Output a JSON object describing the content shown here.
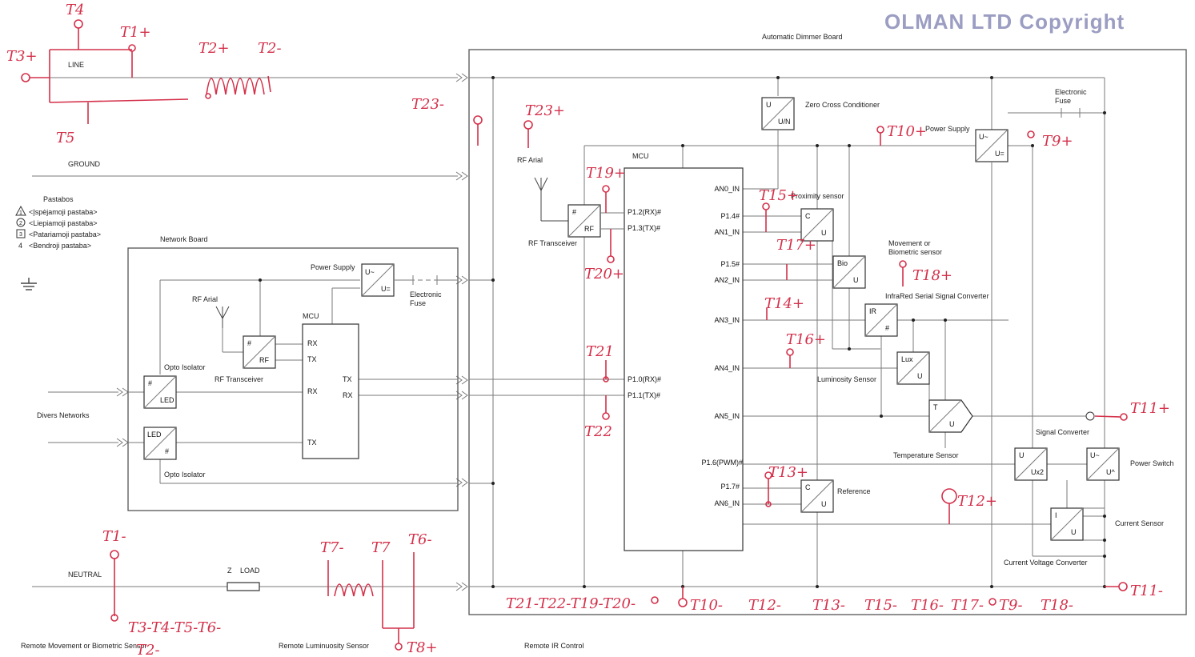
{
  "watermark": "OLMAN LTD Copyright",
  "inputs": {
    "line": "LINE",
    "ground": "GROUND",
    "neutral": "NEUTRAL",
    "divers_networks": "Divers Networks",
    "load_z": "Z",
    "load": "LOAD"
  },
  "legend": {
    "title": "Pastabos",
    "items": [
      {
        "mark": "1",
        "text": "<Įspėjamoji pastaba>"
      },
      {
        "mark": "2",
        "text": "<Liepiamoji pastaba>"
      },
      {
        "mark": "3",
        "text": "<Patariamoji pastaba>"
      },
      {
        "mark": "4",
        "text": "<Bendroji pastaba>"
      }
    ]
  },
  "network_board": {
    "title": "Network Board",
    "power_supply": "Power Supply",
    "ps_in": "U~",
    "ps_out": "U=",
    "fuse": [
      "Electronic",
      "Fuse"
    ],
    "rf_arial": "RF Arial",
    "rf_transceiver": "RF Transceiver",
    "rf_in": "#",
    "rf_out": "RF",
    "mcu": "MCU",
    "mcu_pins": [
      "RX",
      "TX",
      "TX",
      "RX",
      "RX",
      "TX"
    ],
    "opto_top": "Opto Isolator",
    "opto_bottom": "Opto Isolator",
    "opto1_in": "#",
    "opto1_out": "LED",
    "opto2_in": "LED",
    "opto2_out": "#"
  },
  "dimmer_board": {
    "title": "Automatic Dimmer Board",
    "zero_cross": "Zero Cross Conditioner",
    "zc_in": "U",
    "zc_out": "U/N",
    "power_supply": "Power Supply",
    "ps_in": "U~",
    "ps_out": "U=",
    "fuse": [
      "Electronic",
      "Fuse"
    ],
    "rf_arial": "RF Arial",
    "rf_transceiver": "RF Transceiver",
    "rf_in": "#",
    "rf_out": "RF",
    "mcu": "MCU",
    "left_pins": [
      "P1.2(RX)#",
      "P1.3(TX)#",
      "P1.0(RX)#",
      "P1.1(TX)#"
    ],
    "right_pins": [
      "AN0_IN",
      "P1.4#",
      "AN1_IN",
      "P1.5#",
      "AN2_IN",
      "AN3_IN",
      "AN4_IN",
      "AN5_IN",
      "P1.6(PWM)#",
      "P1.7#",
      "AN6_IN"
    ],
    "proximity": "Proximity sensor",
    "prox_in": "C",
    "prox_out": "U",
    "movement": [
      "Movement or",
      "Biometric sensor"
    ],
    "bio_in": "Bio",
    "bio_out": "U",
    "ir_converter": "InfraRed Serial Signal Converter",
    "ir_in": "IR",
    "ir_out": "#",
    "luminosity": "Luminosity Sensor",
    "lux_in": "Lux",
    "lux_out": "U",
    "temperature": "Temperature Sensor",
    "temp_in": "T",
    "temp_out": "U",
    "signal_converter": "Signal Converter",
    "sig_in": "U",
    "sig_out": "Ux2",
    "power_switch": "Power Switch",
    "psw_in": "U~",
    "psw_out": "U^",
    "reference": "Reference",
    "ref_in": "C",
    "ref_out": "U",
    "current_sensor": "Current Sensor",
    "cur_in": "I",
    "cur_out": "U",
    "cv_converter": "Current Voltage Converter"
  },
  "bottom_labels": [
    "Remote Movement or Biometric Sensor",
    "Remote Luminuosity Sensor",
    "Remote IR Control"
  ],
  "handwritten": {
    "t4": "T4",
    "t1p": "T1+",
    "t3p": "T3+",
    "t2p": "T2+",
    "t2m": "T2-",
    "t5": "T5",
    "t23m": "T23-",
    "t23p": "T23+",
    "t19p": "T19+",
    "t10p": "T10+",
    "t9p": "T9+",
    "t15p": "T15+",
    "t17p": "T17+",
    "t18p": "T18+",
    "t14p": "T14+",
    "t16p": "T16+",
    "t20p": "T20+",
    "t21": "T21",
    "t22": "T22",
    "t11p": "T11+",
    "t13p": "T13+",
    "t12p": "T12+",
    "t1m": "T1-",
    "t7a": "T7-",
    "t7b": "T7",
    "t6": "T6-",
    "t8p": "T8+",
    "bottom_left": "T3-T4-T5-T6-",
    "t2m_bottom": "T2-",
    "bottom_series": "T21-T22-T19-T20-",
    "t10m": "T10-",
    "t12m": "T12-",
    "t13m": "T13-",
    "t15m": "T15-",
    "t16m": "T16-",
    "t17m": "T17-",
    "t9m": "T9-",
    "t18m": "T18-",
    "t11m": "T11-"
  }
}
